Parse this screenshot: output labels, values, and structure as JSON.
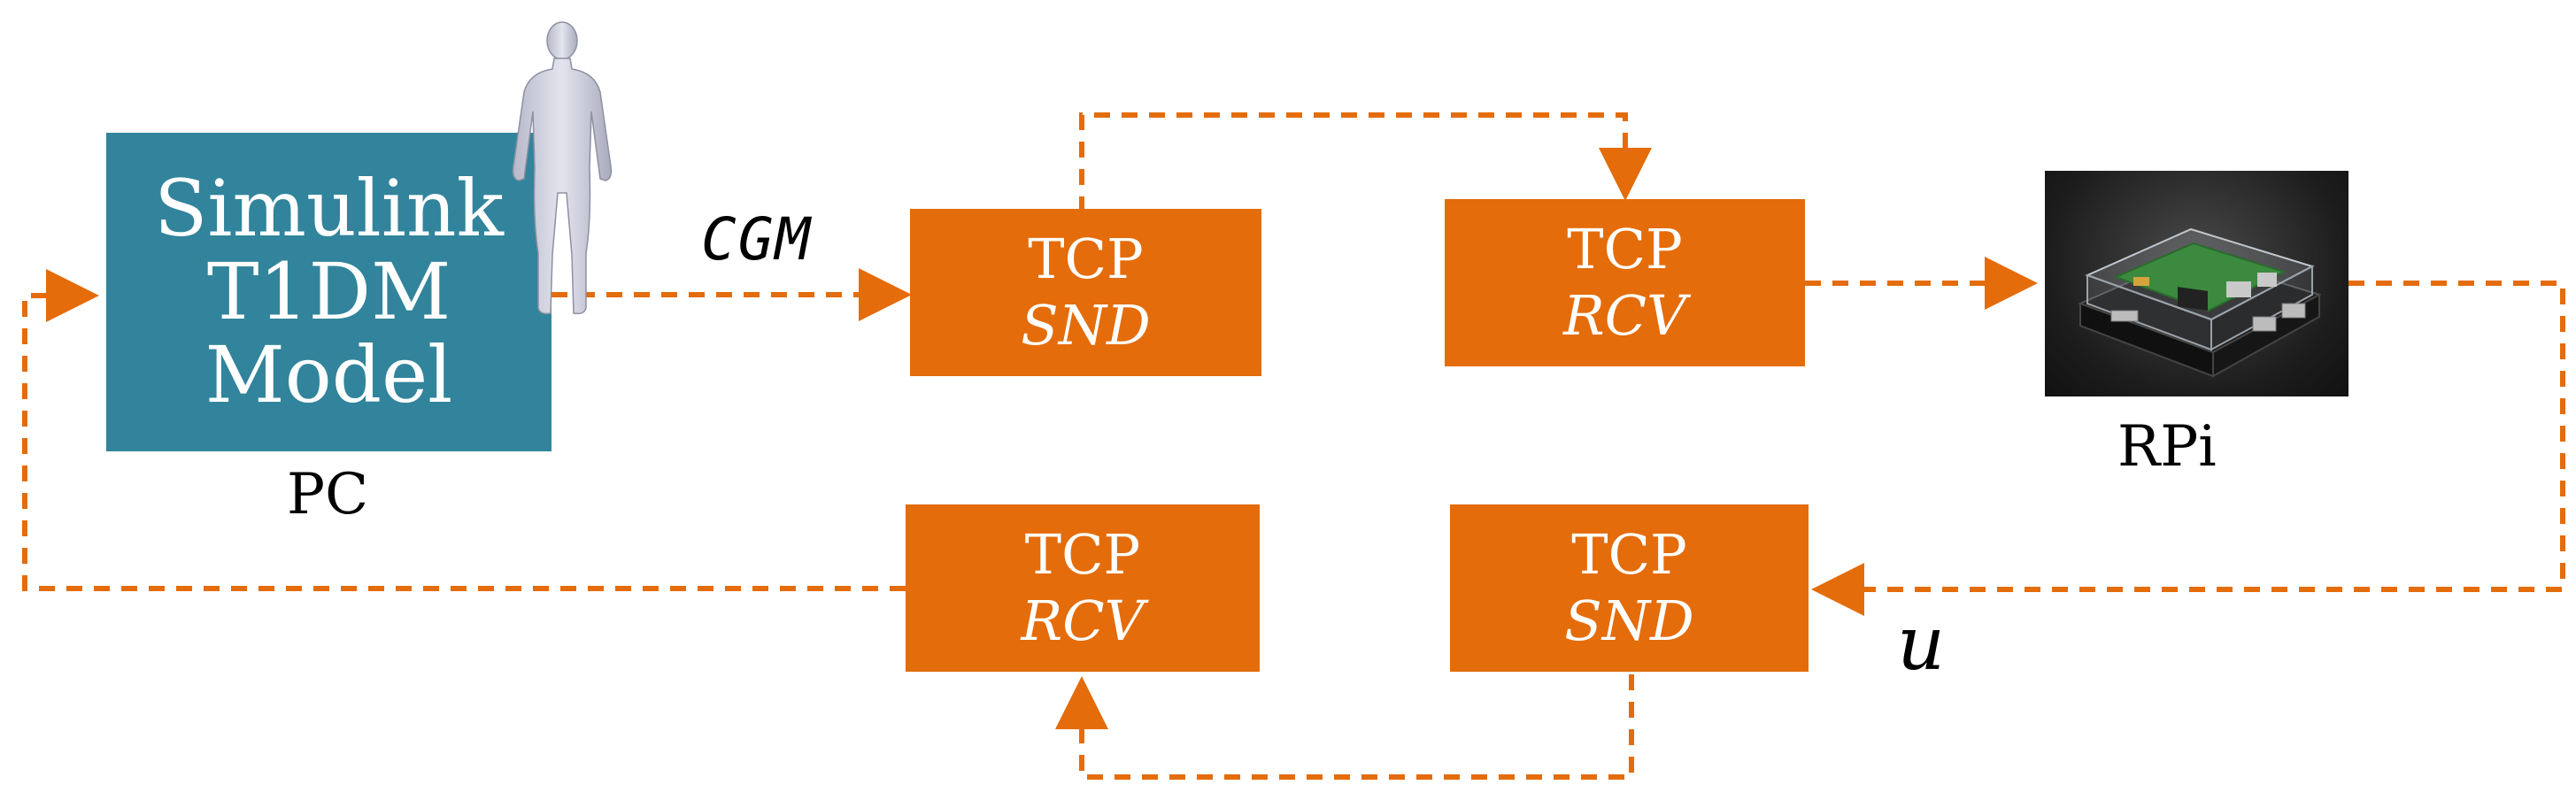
{
  "diagram": {
    "simulink_box": {
      "lines": [
        "Simulink",
        "T1DM",
        "Model"
      ]
    },
    "pc_label": "PC",
    "cgm_label": "CGM",
    "u_label": "u",
    "rpi_label": "RPi",
    "tcp_snd_top": {
      "title": "TCP",
      "mode": "SND"
    },
    "tcp_rcv_top": {
      "title": "TCP",
      "mode": "RCV"
    },
    "tcp_rcv_bottom": {
      "title": "TCP",
      "mode": "RCV"
    },
    "tcp_snd_bottom": {
      "title": "TCP",
      "mode": "SND"
    },
    "icons": [
      "human-figure-icon",
      "raspberry-pi-photo"
    ],
    "colors": {
      "tcp_box": "#e46c0a",
      "simulink_box": "#31849b",
      "arrow": "#e46c0a",
      "text_on_box": "#ffffff"
    }
  }
}
